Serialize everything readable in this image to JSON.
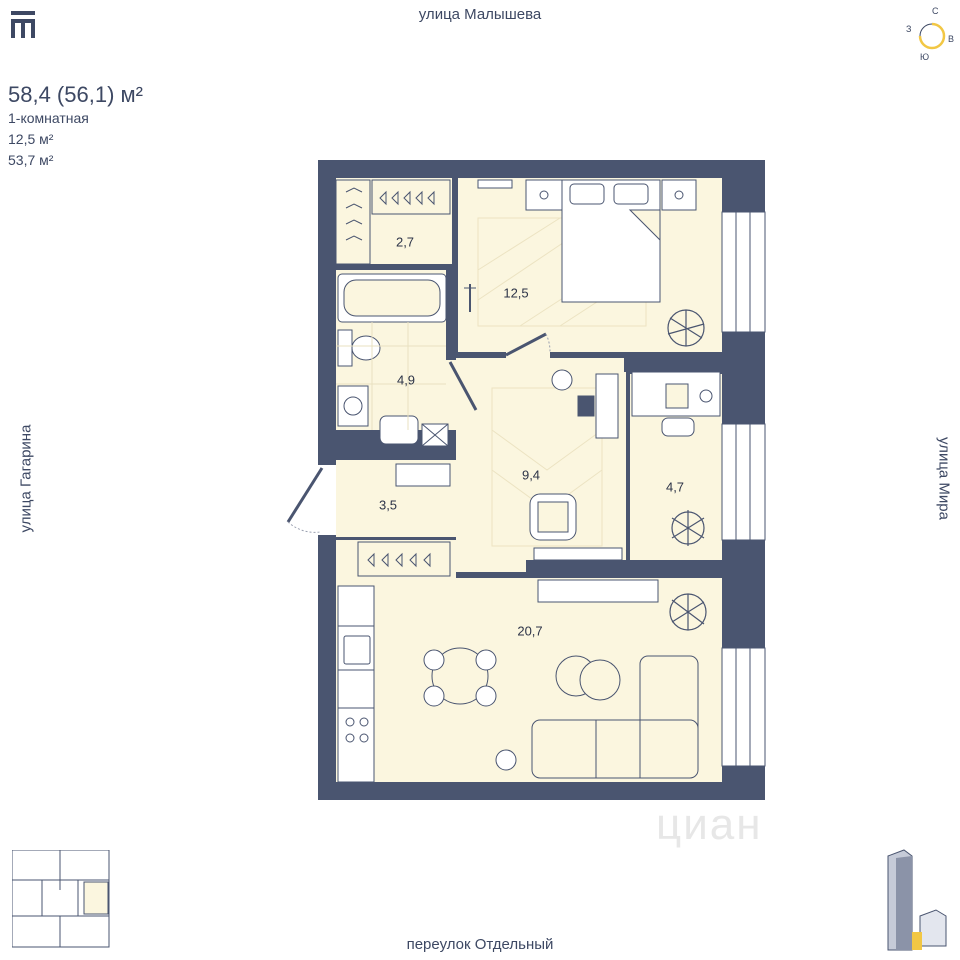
{
  "streets": {
    "north": "улица Малышева",
    "south": "переулок Отдельный",
    "west": "улица Гагарина",
    "east": "улица Мира"
  },
  "apartment": {
    "total_area": "58,4 (56,1) м²",
    "type": "1-комнатная",
    "living_area": "12,5 м²",
    "other_area": "53,7 м²"
  },
  "rooms": {
    "storage": "2,7",
    "bedroom": "12,5",
    "bathroom": "4,9",
    "hall": "3,5",
    "corridor": "9,4",
    "study": "4,7",
    "living": "20,7"
  },
  "compass": {
    "n": "С",
    "e": "В",
    "s": "Ю",
    "w": "З"
  },
  "watermark": "циан",
  "colors": {
    "wall": "#4a5570",
    "floor": "#fbf6df",
    "accent": "#f2c744",
    "ink": "#3d4863"
  },
  "icons": [
    "logo-icon",
    "compass-icon",
    "keyplan-icon",
    "building-icon"
  ]
}
